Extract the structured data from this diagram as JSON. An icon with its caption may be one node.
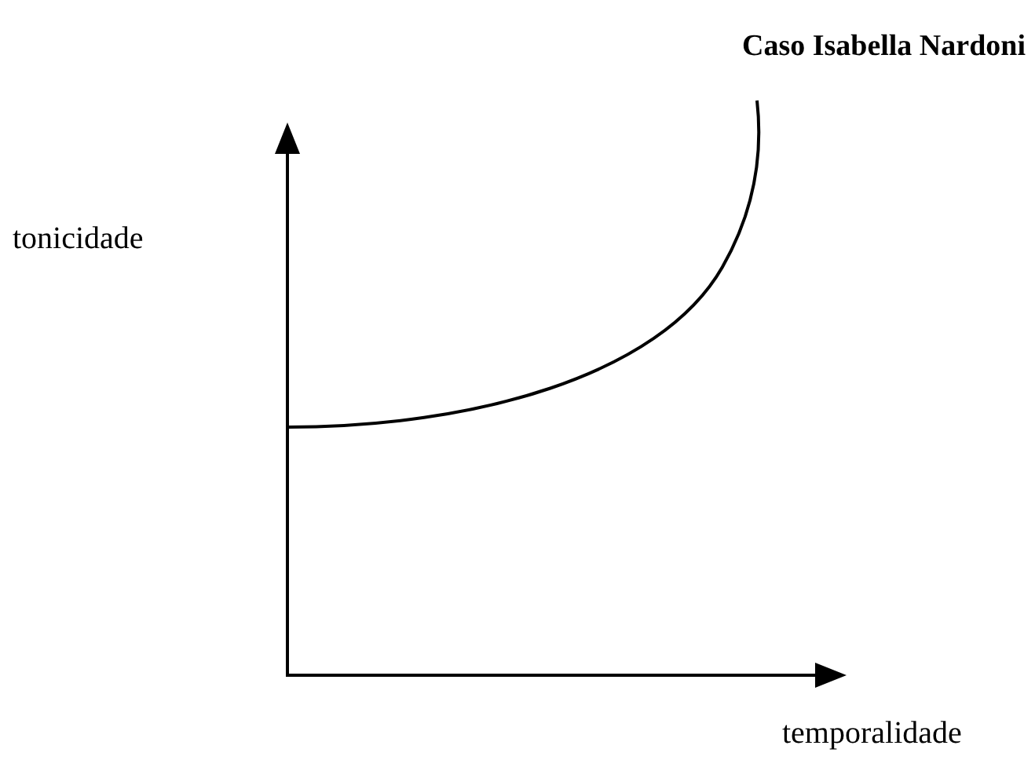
{
  "diagram": {
    "title": "Caso Isabella Nardoni",
    "labels": [
      "tonicidade",
      "temporalidade"
    ]
  }
}
